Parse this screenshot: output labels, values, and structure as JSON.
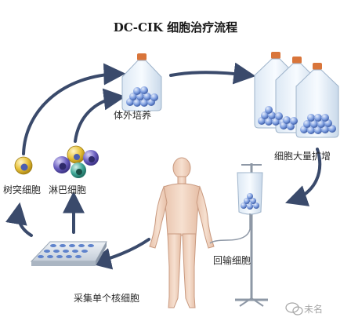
{
  "title": "DC-CIK 细胞治疗流程",
  "steps": {
    "in_vitro_culture": "体外培养",
    "cell_expansion": "细胞大量扩增",
    "dendritic_cell": "树突细胞",
    "lymphocyte": "淋巴细胞",
    "reinfusion": "回输细胞",
    "collect_mononuclear": "采集单个核细胞"
  },
  "watermark": {
    "text": "未名",
    "icon": "wechat-icon"
  },
  "colors": {
    "arrow": "#3a4a6b",
    "cell_blue": "#5f83cc",
    "cap_orange": "#d9753a",
    "dc_yellow": "#e8c23a",
    "lymph_purple": "#5a4fa8",
    "lymph_teal": "#3a9a8a",
    "body_skin": "#f3d9c6"
  }
}
